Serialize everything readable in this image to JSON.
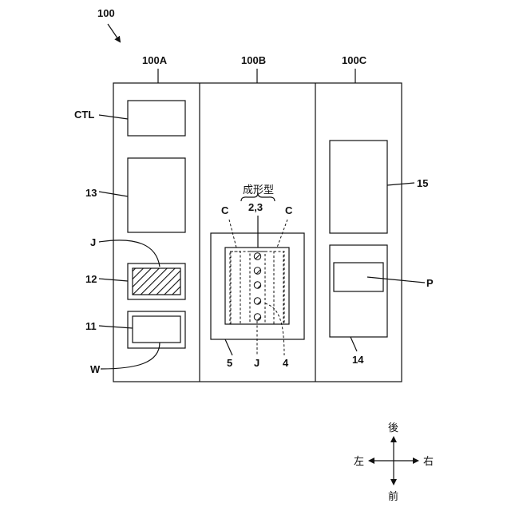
{
  "labels": {
    "device": "100",
    "section_a": "100A",
    "section_b": "100B",
    "section_c": "100C",
    "ctl": "CTL",
    "n13": "13",
    "j_top": "J",
    "n12": "12",
    "n11": "11",
    "w": "W",
    "mold_title": "成形型",
    "n23": "2,3",
    "c_left": "C",
    "c_right": "C",
    "n5": "5",
    "j_bottom": "J",
    "n4": "4",
    "n15": "15",
    "p": "P",
    "n14": "14"
  },
  "compass": {
    "back": "後",
    "front": "前",
    "left": "左",
    "right": "右"
  }
}
